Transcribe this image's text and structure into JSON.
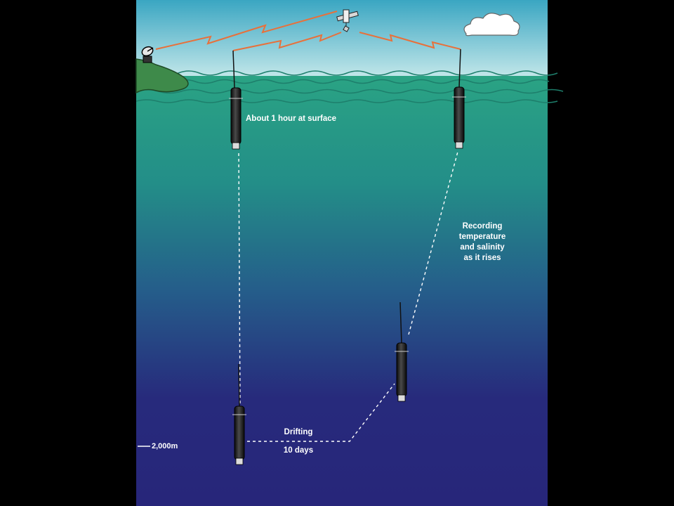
{
  "labels": {
    "surface": "About 1 hour at surface",
    "rising": [
      "Recording",
      "temperature",
      "and salinity",
      "as it rises"
    ],
    "drifting": "Drifting",
    "duration": "10 days",
    "depth": "2,000m"
  },
  "colors": {
    "sky_top": "#3aa6c2",
    "sky_bottom": "#bfe6ea",
    "sea_top": "#2a9e80",
    "sea_deep": "#262478",
    "land": "#3e8a4a",
    "signal": "#e8703a",
    "path": "#ffffff",
    "frame": "#000000"
  },
  "icons": [
    "satellite-icon",
    "ground-antenna-icon",
    "cloud-icon",
    "float-icon"
  ]
}
